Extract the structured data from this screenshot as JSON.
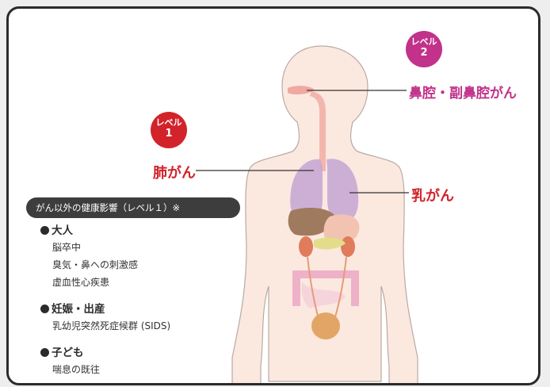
{
  "badges": {
    "level1": {
      "line1": "レベル",
      "line2": "1",
      "color": "#d2232a"
    },
    "level2": {
      "line1": "レベル",
      "line2": "2",
      "color": "#c2318a"
    }
  },
  "labels": {
    "nasal": "鼻腔・副鼻腔がん",
    "lung": "肺がん",
    "breast": "乳がん"
  },
  "label_colors": {
    "nasal": "#c2318a",
    "lung": "#d2232a",
    "breast": "#d2232a"
  },
  "info": {
    "header": "がん以外の健康影響（レベル１）※",
    "sections": [
      {
        "title": "大人",
        "items": [
          "脳卒中",
          "臭気・鼻への刺激感",
          "虚血性心疾患"
        ]
      },
      {
        "title": "妊娠・出産",
        "items": [
          "乳幼児突然死症候群 (SIDS)"
        ]
      },
      {
        "title": "子ども",
        "items": [
          "喘息の既往"
        ]
      }
    ]
  }
}
